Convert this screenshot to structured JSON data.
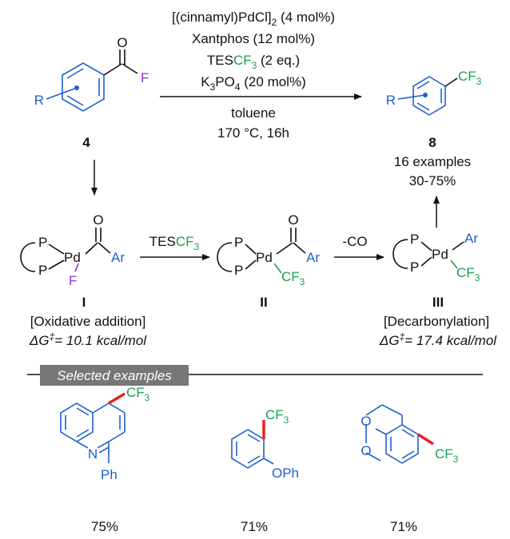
{
  "conditions": {
    "catalyst_main": "[(cinnamyl)PdCl]",
    "catalyst_sub": "2",
    "catalyst_load": " (4 mol%)",
    "ligand": "Xantphos (12 mol%)",
    "reagent_tes": "TES",
    "reagent_cf3": "CF",
    "reagent_3": "3",
    "reagent_eq": " (2 eq.)",
    "base_k": "K",
    "base_k_sub": "3",
    "base_po": "PO",
    "base_po_sub": "4",
    "base_load": " (20 mol%)",
    "solvent": "toluene",
    "temp_time": "170 °C, 16h"
  },
  "substrate": {
    "number": "4",
    "r_label": "R",
    "o_label": "O",
    "f_label": "F"
  },
  "product": {
    "number": "8",
    "r_label": "R",
    "cf": "CF",
    "cf_sub": "3",
    "examples": "16 examples",
    "yield_range": "30-75%"
  },
  "intermediates": {
    "p_label": "P",
    "pd_label": "Pd",
    "o_label": "O",
    "ar_label": "Ar",
    "f_label": "F",
    "cf": "CF",
    "cf_sub": "3",
    "I": {
      "number": "I",
      "step": "[Oxidative addition]",
      "dg_prefix": "ΔG",
      "dg_sup": "‡",
      "dg_value": "= 10.1 kcal/mol"
    },
    "II": {
      "number": "II"
    },
    "III": {
      "number": "III",
      "step": "[Decarbonylation]",
      "dg_prefix": "ΔG",
      "dg_sup": "‡",
      "dg_value": "= 17.4 kcal/mol"
    },
    "arrow1_tes": "TES",
    "arrow1_cf": "CF",
    "arrow1_sub": "3",
    "arrow2_label": "-CO"
  },
  "selected": {
    "banner": "Selected examples",
    "ex1": {
      "n_label": "N",
      "ph_label": "Ph",
      "cf": "CF",
      "cf_sub": "3",
      "yield": "75%"
    },
    "ex2": {
      "oph_label": "OPh",
      "cf": "CF",
      "cf_sub": "3",
      "yield": "71%"
    },
    "ex3": {
      "o1": "O",
      "o2": "O",
      "cf": "CF",
      "cf_sub": "3",
      "yield": "71%"
    }
  },
  "colors": {
    "blue": "#1e5fd1",
    "green": "#17a050",
    "purple": "#8e2fd6",
    "red_bond": "#e8231e",
    "banner_bg": "#777777"
  }
}
